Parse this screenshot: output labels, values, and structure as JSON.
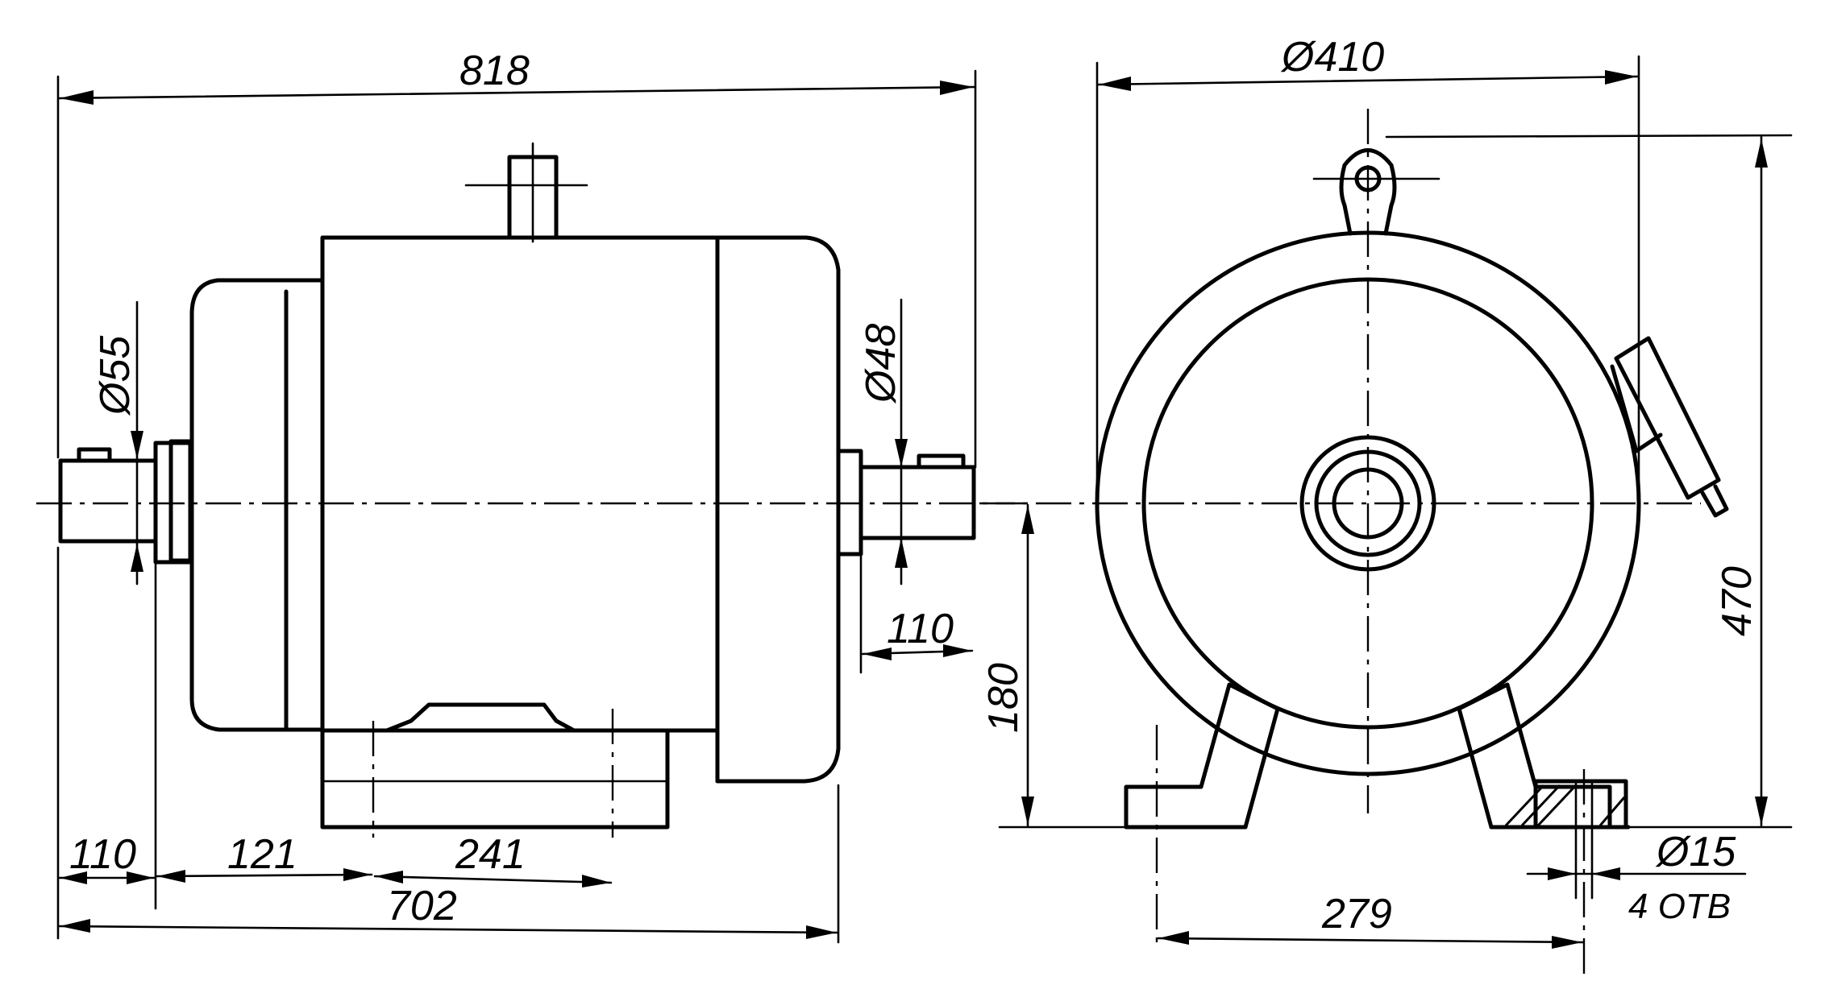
{
  "dimensions": {
    "overall_length": "818",
    "housing_diameter": "Ø410",
    "shaft_diameter_left": "Ø55",
    "shaft_diameter_right": "Ø48",
    "shaft_length_right": "110",
    "shaft_length_left": "110",
    "shaft_to_foot_hole": "121",
    "foot_hole_spacing_axial": "241",
    "length_to_flange": "702",
    "axis_height": "180",
    "overall_height": "470",
    "foot_hole_spacing_transverse": "279",
    "mount_hole_diameter": "Ø15",
    "mount_hole_count": "4 ОТВ"
  }
}
